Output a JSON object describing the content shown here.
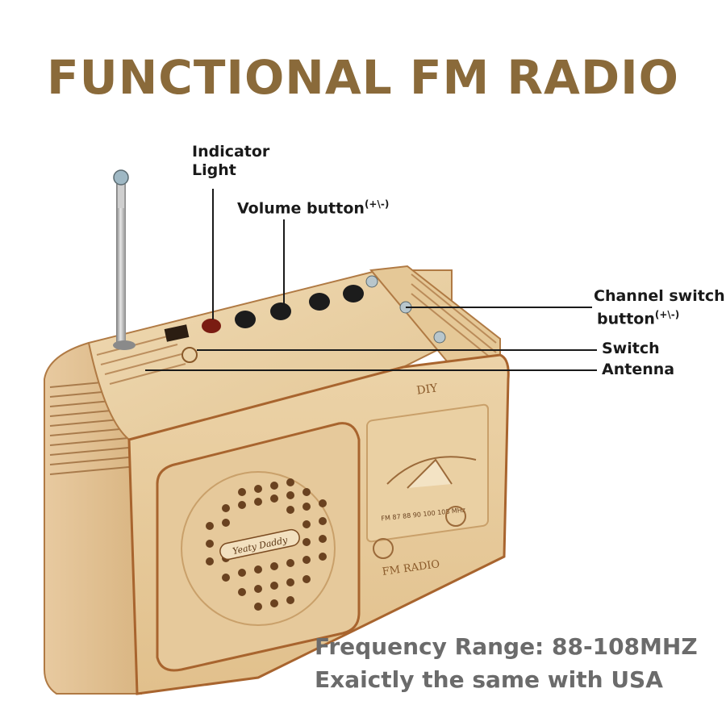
{
  "title": "FUNCTIONAL FM RADIO",
  "callouts": {
    "indicator_line1": "Indicator",
    "indicator_line2": "Light",
    "volume": "Volume button",
    "volume_sup": "(+\\-)",
    "channel_line1": "Channel switch",
    "channel_line2": "button",
    "channel_sup": "(+\\-)",
    "switch": "Switch",
    "antenna": "Antenna"
  },
  "panel_marks": {
    "diy": "DIY",
    "fm_radio": "FM RADIO",
    "scale": "FM 87 88 90 100 108 MHz",
    "speaker_brand": "Yeaty Daddy"
  },
  "footer": {
    "frequency": "Frequency Range: 88-108MHZ",
    "note": "Exaictly the same with USA"
  },
  "colors": {
    "title": "#8a6a3a",
    "wood": "#e8cfa4",
    "wood_dark": "#c9a06a",
    "edge": "#a8642e",
    "footer_text": "#6b6b6b"
  }
}
